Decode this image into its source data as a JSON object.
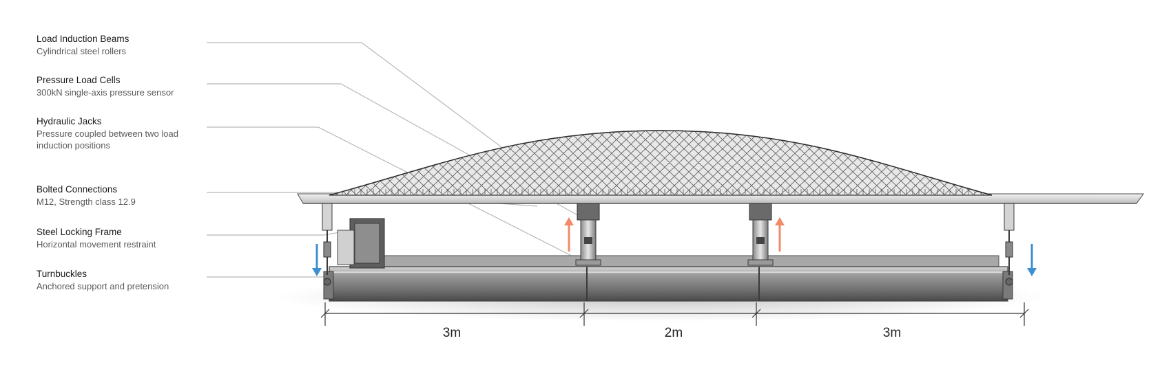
{
  "labels": [
    {
      "title": "Load Induction Beams",
      "subtitle": "Cylindrical steel rollers"
    },
    {
      "title": "Pressure Load Cells",
      "subtitle": "300kN single-axis pressure sensor"
    },
    {
      "title": "Hydraulic Jacks",
      "subtitle": "Pressure coupled between two load induction positions"
    },
    {
      "title": "Bolted Connections",
      "subtitle": "M12, Strength class 12.9"
    },
    {
      "title": "Steel Locking Frame",
      "subtitle": "Horizontal movement restraint"
    },
    {
      "title": "Turnbuckles",
      "subtitle": "Anchored support and pretension"
    }
  ],
  "dimensions": [
    "3m",
    "2m",
    "3m"
  ],
  "colors": {
    "up_arrow": "#f08a6a",
    "down_arrow": "#3d8fd0",
    "leader_line": "#b8b8b8",
    "steel": "#7a7a7a"
  }
}
